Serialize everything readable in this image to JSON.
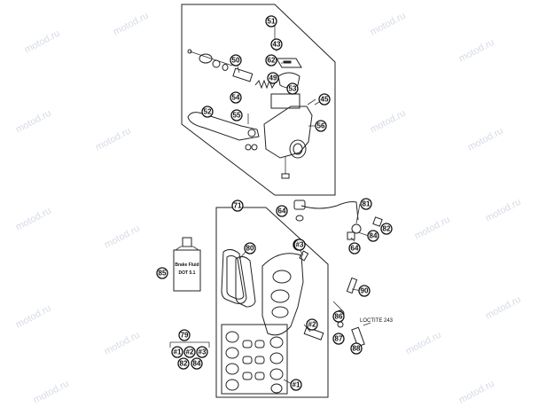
{
  "watermark": "motod.ru",
  "callouts": {
    "c51": "51",
    "c43": "43",
    "c50": "50",
    "c62": "62",
    "c49": "49",
    "c54": "54",
    "c53": "53",
    "c45": "45",
    "c52": "52",
    "c55": "55",
    "c56": "56",
    "c71": "71",
    "c64": "64",
    "c81": "81",
    "c82": "82",
    "c83": "83",
    "c84": "84",
    "c80": "80",
    "c85": "85",
    "c90": "90",
    "c86": "86",
    "c87": "87",
    "c88": "88",
    "c79": "79",
    "c82b": "82",
    "c84b": "84",
    "h3": "#3",
    "h2": "#2",
    "h1": "#1",
    "h1b": "#1",
    "h2b": "#2",
    "h3b": "#3"
  },
  "notes": {
    "loctite": "LOCTITE 243"
  },
  "bottle": {
    "line1": "Brake Fluid",
    "line2": "DOT 5.1"
  }
}
